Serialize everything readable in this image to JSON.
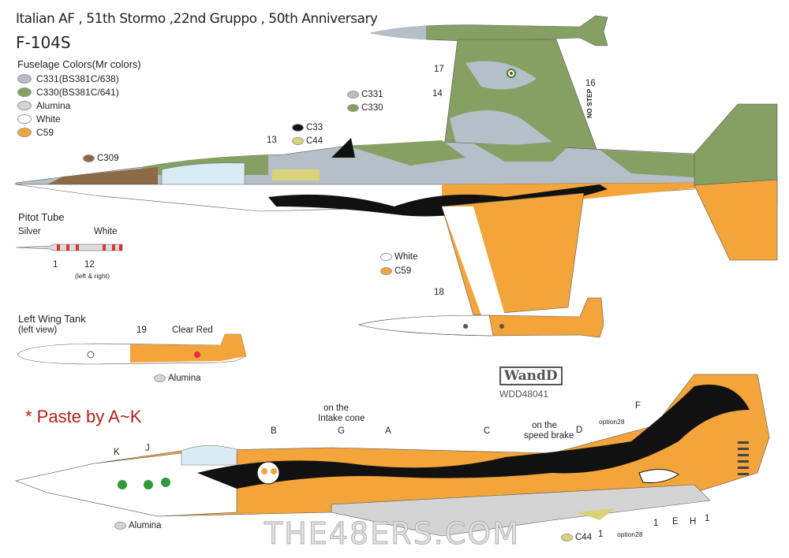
{
  "header": {
    "title": "Italian AF , 51th Stormo ,22nd Gruppo , 50th Anniversary",
    "model": "F-104S"
  },
  "legend": {
    "heading": "Fuselage Colors(Mr colors)",
    "items": [
      {
        "label": "C331(BS381C/638)",
        "color": "#b4bfc8"
      },
      {
        "label": "C330(BS381C/641)",
        "color": "#86a063"
      },
      {
        "label": "Alumina",
        "color": "#d4d4d4"
      },
      {
        "label": "White",
        "color": "#ffffff"
      },
      {
        "label": "C59",
        "color": "#f3a43a"
      }
    ]
  },
  "top_view": {
    "callouts": {
      "c309": "C309",
      "c33": "C33",
      "c44": "C44",
      "c331": "C331",
      "c330": "C330",
      "n13": "13",
      "n14": "14",
      "n16": "16",
      "n17": "17",
      "n18": "18",
      "white": "White",
      "c59": "C59",
      "no_step": "NO STEP"
    }
  },
  "pitot": {
    "heading": "Pitot Tube",
    "silver": "Silver",
    "white": "White",
    "n1": "1",
    "n12": "12",
    "note": "(left & right)"
  },
  "tank": {
    "heading": "Left Wing Tank",
    "sub": "(left view)",
    "n19": "19",
    "clear_red": "Clear Red",
    "alumina": "Alumina"
  },
  "paste_note": "* Paste by A~K",
  "brand": {
    "logo": "WandD",
    "code": "WDD48041"
  },
  "bottom_view": {
    "callouts": {
      "k": "K",
      "j": "J",
      "b": "B",
      "g": "G",
      "a": "A",
      "c": "C",
      "d": "D",
      "f": "F",
      "e": "E",
      "h": "H",
      "intake": "on the\nIntake cone",
      "intake1": "on the",
      "intake2": "Intake cone",
      "speed1": "on the",
      "speed2": "speed brake",
      "option28a": "option28",
      "option28b": "option28",
      "one_a": "1",
      "one_b": "1",
      "one_c": "1",
      "alumina": "Alumina",
      "c44": "C44"
    }
  },
  "watermark": "THE48ERS.COM"
}
